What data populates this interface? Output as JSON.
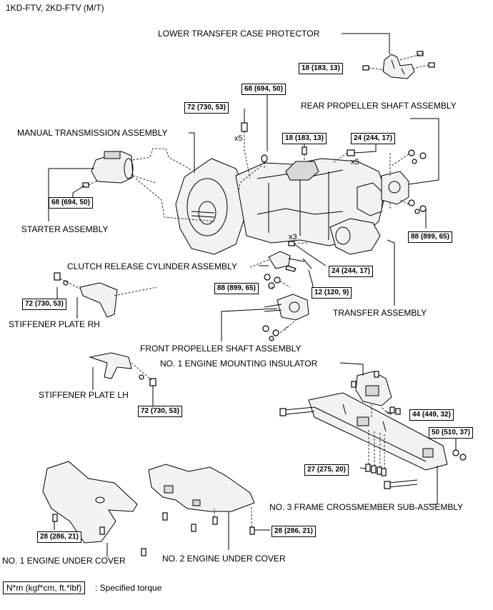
{
  "header": {
    "title": "1KD-FTV, 2KD-FTV (M/T)"
  },
  "labels": {
    "lower_transfer_case_protector": "LOWER TRANSFER CASE PROTECTOR",
    "rear_propeller_shaft_assembly": "REAR PROPELLER SHAFT ASSEMBLY",
    "manual_transmission_assembly": "MANUAL TRANSMISSION ASSEMBLY",
    "starter_assembly": "STARTER ASSEMBLY",
    "clutch_release_cylinder_assembly": "CLUTCH RELEASE CYLINDER ASSEMBLY",
    "transfer_assembly": "TRANSFER ASSEMBLY",
    "stiffener_plate_rh": "STIFFENER PLATE RH",
    "front_propeller_shaft_assembly": "FRONT PROPELLER SHAFT ASSEMBLY",
    "no1_engine_mounting_insulator": "NO. 1 ENGINE MOUNTING INSULATOR",
    "stiffener_plate_lh": "STIFFENER PLATE LH",
    "no3_frame_crossmember": "NO. 3 FRAME CROSSMEMBER SUB-ASSEMBLY",
    "no1_engine_under_cover": "NO. 1 ENGINE UNDER COVER",
    "no2_engine_under_cover": "NO. 2 ENGINE UNDER COVER"
  },
  "torques": {
    "t_protector": "18 (183, 13)",
    "t_68_top": "68 (694, 50)",
    "t_72_top": "72 (730, 53)",
    "t_18_mid": "18 (183, 13)",
    "t_24_top": "24 (244, 17)",
    "t_68_starter": "68 (694, 50)",
    "t_88_rear": "88 (899, 65)",
    "t_24_mid": "24 (244, 17)",
    "t_88_front": "88 (899, 65)",
    "t_12": "12 (120, 9)",
    "t_72_rh": "72 (730, 53)",
    "t_72_lh": "72 (730, 53)",
    "t_44": "44 (449, 32)",
    "t_50": "50 (510, 37)",
    "t_27": "27 (275, 20)",
    "t_28_left": "28 (286, 21)",
    "t_28_right": "28 (286, 21)"
  },
  "multipliers": {
    "x5_a": "x5",
    "x5_b": "x5",
    "x3": "x3"
  },
  "legend": {
    "unit": "N*m (kgf*cm, ft.*lbf)",
    "text": ": Specified torque"
  }
}
